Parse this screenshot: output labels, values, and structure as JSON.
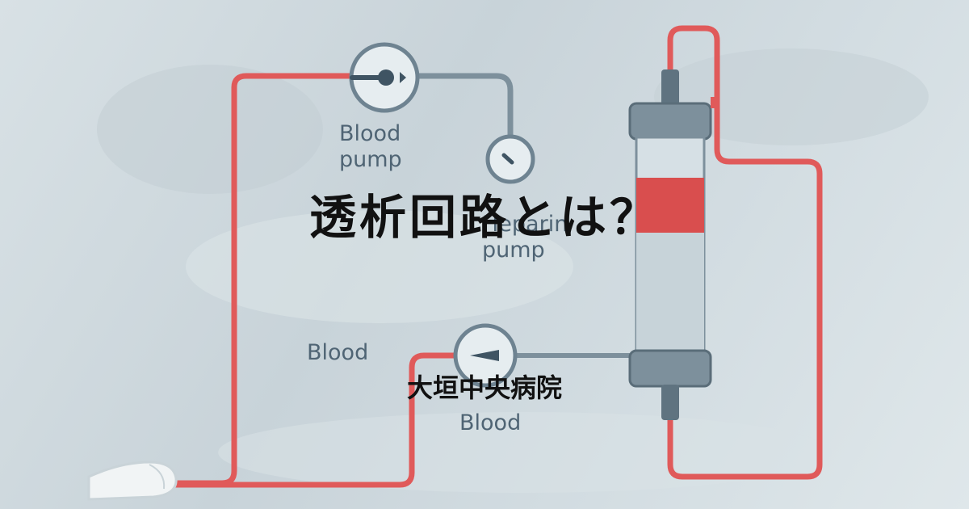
{
  "title": "透析回路とは？",
  "hospital_name": "大垣中央病院",
  "diagram_labels": {
    "blood_pump": "Blood\npump",
    "heparin_pump": "Heparin\npump",
    "blood_left": "Blood",
    "blood_bottom": "Blood"
  },
  "colors": {
    "tubing_red": "#e05a5a",
    "tubing_grey": "#7d909c",
    "dialyzer_blood": "#d94e4e",
    "title_text": "#111111"
  },
  "icons": [
    "blood-pump-icon",
    "heparin-pump-icon",
    "pressure-gauge-icon",
    "dialyzer-icon",
    "hand-icon"
  ]
}
